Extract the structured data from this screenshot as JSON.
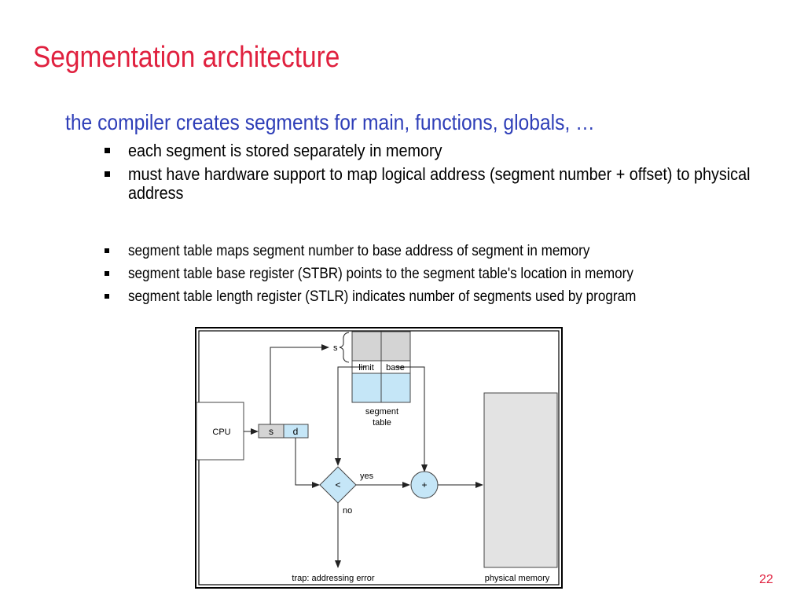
{
  "slide": {
    "title": "Segmentation architecture",
    "subtitle": "the compiler creates segments for main, functions, globals, …",
    "bullets_main": [
      "each segment is stored separately in memory",
      "must have hardware support to map logical address (segment number + offset) to physical address"
    ],
    "bullets_detail": [
      "segment table maps segment number to base address of segment in memory",
      "segment table base register (STBR) points to the segment table's location in memory",
      "segment table length register (STLR) indicates number of segments used by program"
    ],
    "page_number": "22"
  },
  "diagram": {
    "cpu_label": "CPU",
    "address_s": "s",
    "address_d": "d",
    "index_label": "s",
    "limit_label": "limit",
    "base_label": "base",
    "segment_table_line1": "segment",
    "segment_table_line2": "table",
    "compare_symbol": "<",
    "add_symbol": "+",
    "yes_label": "yes",
    "no_label": "no",
    "trap_label": "trap: addressing error",
    "memory_label": "physical memory",
    "colors": {
      "table_header": "#d4d4d4",
      "table_row": "#c5e6f7",
      "memory": "#e3e3e3",
      "title": "#e0213f",
      "subtitle": "#2e3eb8"
    }
  }
}
